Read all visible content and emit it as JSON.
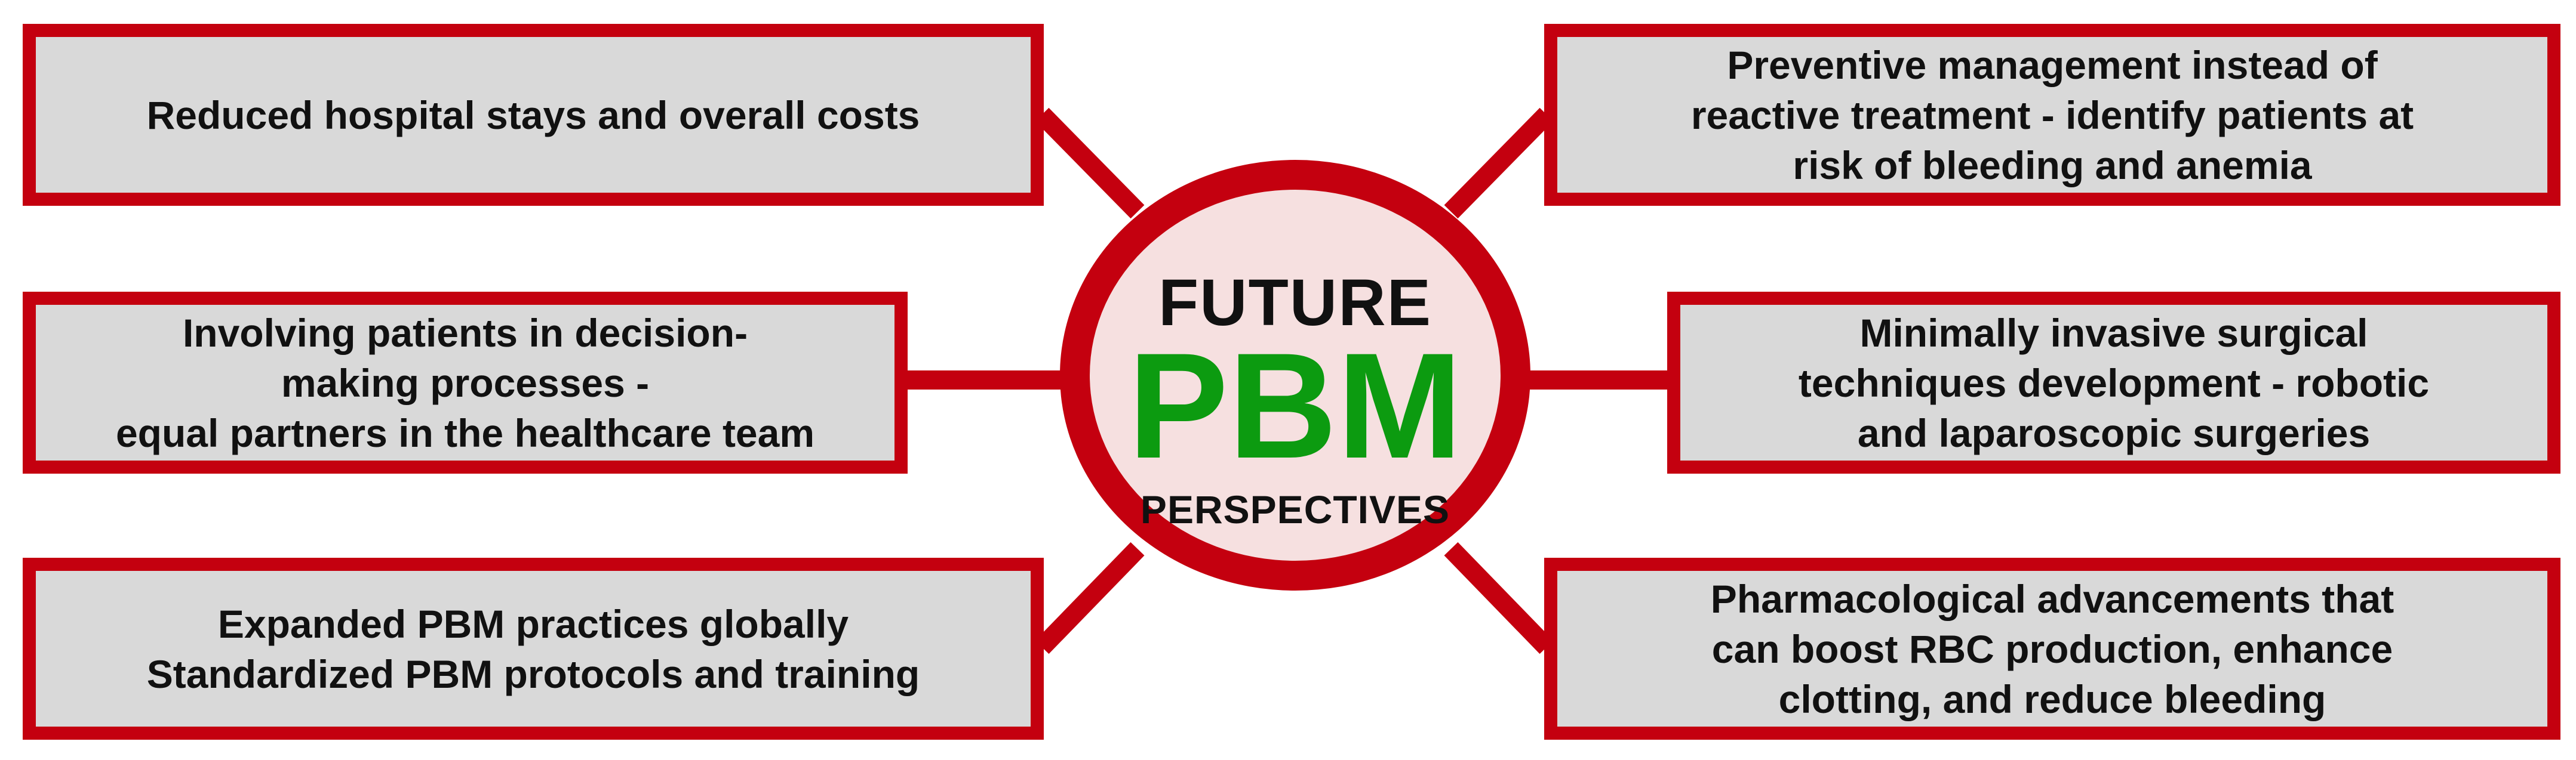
{
  "colors": {
    "border_red": "#c4000f",
    "box_fill": "#d9d9d9",
    "hub_fill": "#f6e0e0",
    "pbm_green": "#0c9b10",
    "text": "#111111"
  },
  "hub": {
    "line1": "FUTURE",
    "line2": "PBM",
    "line3": "PERSPECTIVES"
  },
  "boxes": {
    "top_left": {
      "lines": [
        "Reduced hospital stays and overall costs"
      ]
    },
    "middle_left": {
      "lines": [
        "Involving patients in decision-",
        "making processes -",
        "equal partners in the healthcare team"
      ]
    },
    "bottom_left": {
      "lines": [
        "Expanded PBM practices globally",
        "Standardized PBM protocols and training"
      ]
    },
    "top_right": {
      "lines": [
        "Preventive management instead of",
        "reactive treatment - identify patients at",
        "risk of bleeding and anemia"
      ]
    },
    "middle_right": {
      "lines": [
        "Minimally invasive surgical",
        "techniques development - robotic",
        "and laparoscopic surgeries"
      ]
    },
    "bottom_right": {
      "lines": [
        "Pharmacological advancements that",
        "can boost RBC production, enhance",
        "clotting, and reduce bleeding"
      ]
    }
  }
}
